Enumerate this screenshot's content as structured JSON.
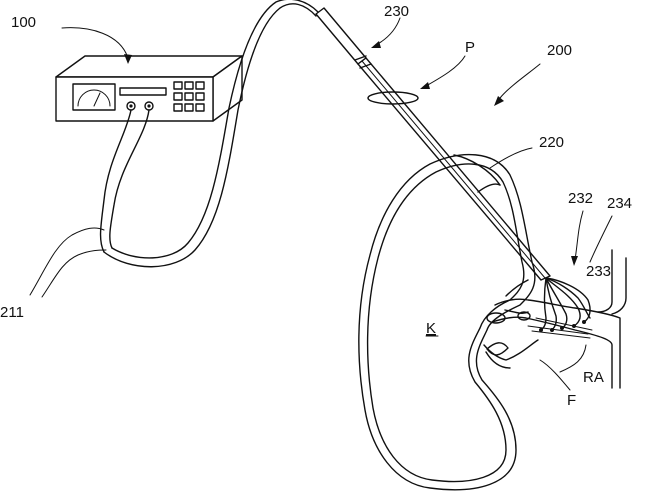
{
  "labels": {
    "generator": "100",
    "system": "200",
    "catheter": "230",
    "patient": "P",
    "guide": "220",
    "cable": "211",
    "array": "232",
    "electrodes": "233",
    "tip": "234",
    "kidney": "K",
    "renal_artery": "RA",
    "femoral": "F"
  }
}
